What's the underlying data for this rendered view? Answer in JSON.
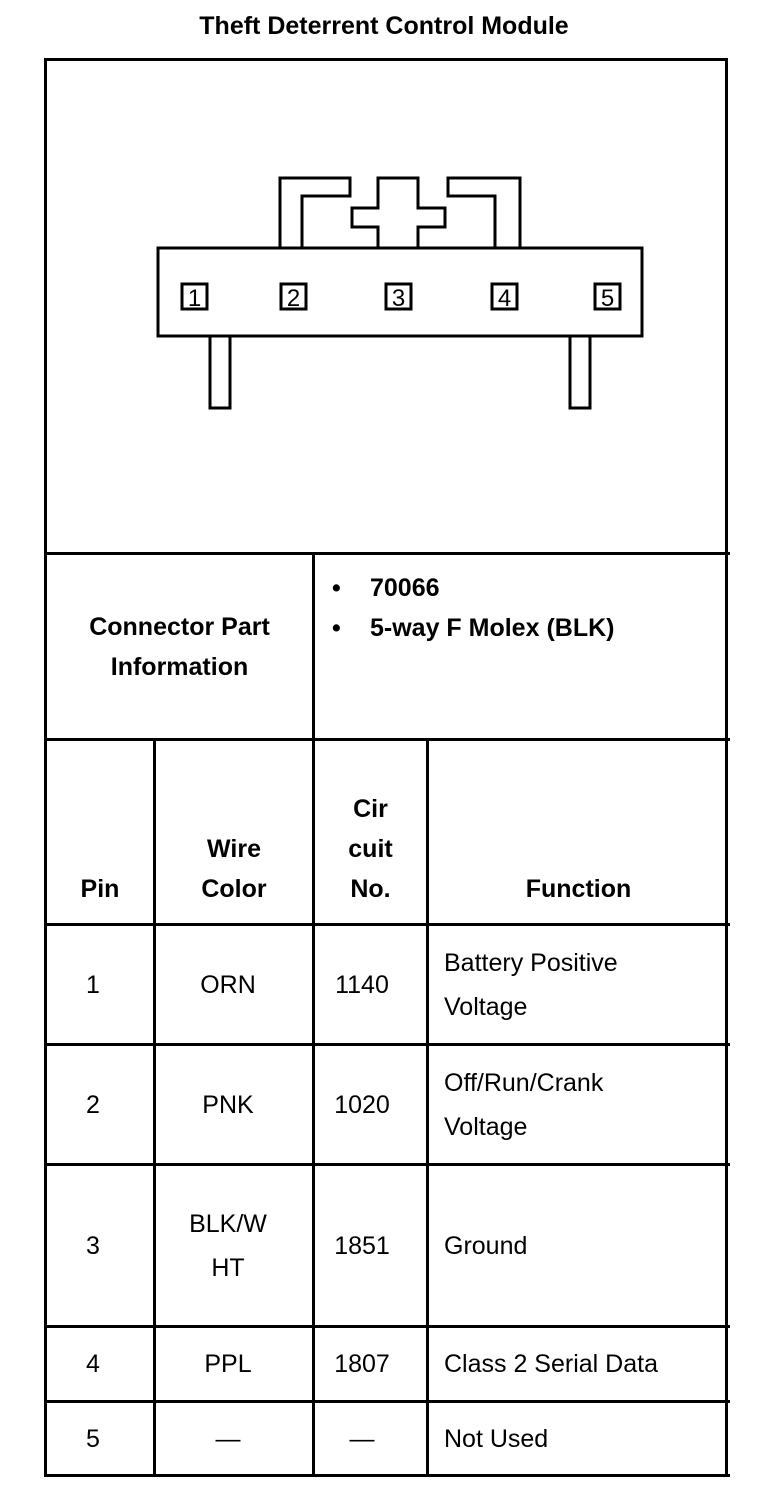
{
  "title": "Theft Deterrent Control Module",
  "connector": {
    "pin_labels": [
      "1",
      "2",
      "3",
      "4",
      "5"
    ]
  },
  "part_info": {
    "label": "Connector Part Information",
    "items": [
      "70066",
      "5-way F Molex (BLK)"
    ],
    "bullet": "•"
  },
  "table": {
    "headers": {
      "pin": "Pin",
      "wire_color": "Wire Color",
      "circuit_line1": "Cir",
      "circuit_line2": "cuit",
      "circuit_line3": "No.",
      "function": "Function"
    },
    "rows": [
      {
        "pin": "1",
        "color": "ORN",
        "circuit": "1140",
        "function_l1": "Battery Positive",
        "function_l2": "Voltage"
      },
      {
        "pin": "2",
        "color": "PNK",
        "circuit": "1020",
        "function_l1": "Off/Run/Crank",
        "function_l2": "Voltage"
      },
      {
        "pin": "3",
        "color_l1": "BLK/W",
        "color_l2": "HT",
        "circuit": "1851",
        "function": "Ground"
      },
      {
        "pin": "4",
        "color": "PPL",
        "circuit": "1807",
        "function": "Class 2 Serial Data"
      },
      {
        "pin": "5",
        "color": "—",
        "circuit": "—",
        "function": "Not Used"
      }
    ]
  }
}
